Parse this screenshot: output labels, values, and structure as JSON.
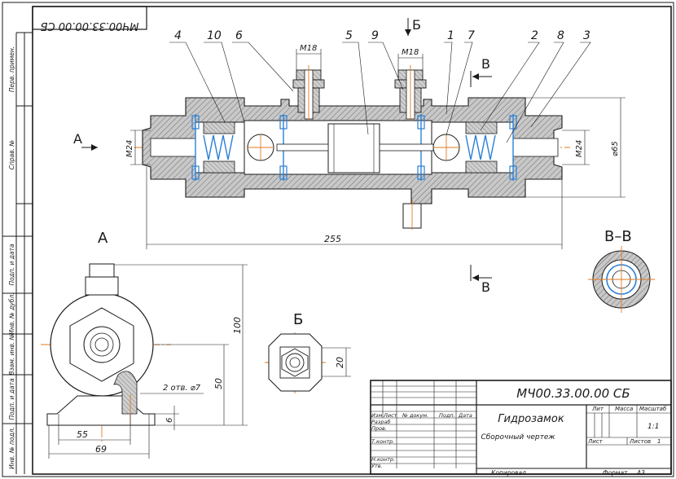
{
  "stamp_code_rotated": "МЧ00.33.00.00 СБ",
  "side_labels": [
    "Перв. примен.",
    "Справ. №",
    "Подп. и дата",
    "Инв. № дубл.",
    "Взам. инв. №",
    "Подп. и дата",
    "Инв. № подл."
  ],
  "callouts": [
    "4",
    "10",
    "6",
    "5",
    "9",
    "1",
    "7",
    "2",
    "8",
    "3"
  ],
  "view_letters": {
    "a_arrow": "А",
    "b_arrow": "Б",
    "v_top": "В",
    "v_bottom": "В",
    "view_a_title": "А",
    "view_b_title": "Б",
    "section_vv_title": "В–В"
  },
  "dimensions": {
    "m18_left": "М18",
    "m18_right": "М18",
    "m24_left": "М24",
    "m24_right": "М24",
    "dia65": "⌀65",
    "len255": "255",
    "h100": "100",
    "h50": "50",
    "w55": "55",
    "w69": "69",
    "holes": "2 отв. ⌀7",
    "t6": "6",
    "b20": "20"
  },
  "title_block": {
    "code": "МЧ00.33.00.00 СБ",
    "name": "Гидрозамок",
    "doc_type": "Сборочный чертеж",
    "col_lit": "Лит",
    "col_mass": "Масса",
    "col_scale": "Масштаб",
    "scale": "1:1",
    "sheet": "Лист",
    "sheets": "Листов",
    "sheets_count": "1",
    "hdr_izm": "Изм",
    "hdr_list": "Лист",
    "hdr_doc": "№ докум.",
    "hdr_sign": "Подп.",
    "hdr_date": "Дата",
    "razrab": "Разраб",
    "prov": "Пров.",
    "tkontr": "Т.контр.",
    "nkontr": "Н.контр.",
    "utv": "Утв.",
    "copied": "Копировал",
    "format": "Формат",
    "format_value": "А3"
  },
  "colors": {
    "line": "#1a1a1a",
    "hatch_fill": "#b9b9b9",
    "seal_blue": "#2a7fd6",
    "axis_orange": "#e07a1e"
  }
}
